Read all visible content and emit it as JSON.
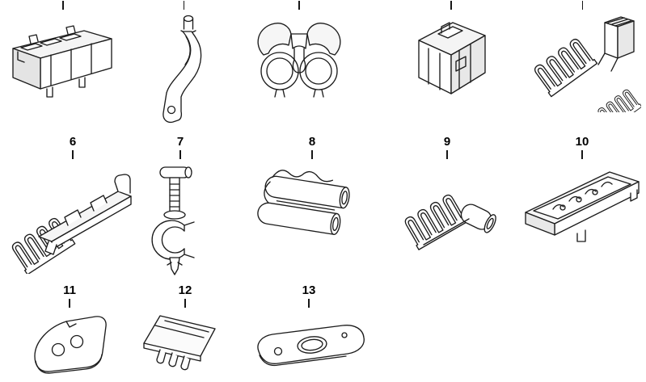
{
  "canvas": {
    "background": "#ffffff",
    "line_color": "#1c1c1c",
    "description": "technical-parts-diagram-cable-holders"
  },
  "labels": {
    "part6": "6",
    "part7": "7",
    "part8": "8",
    "part9": "9",
    "part10": "10",
    "part11": "11",
    "part12": "12",
    "part13": "13"
  }
}
